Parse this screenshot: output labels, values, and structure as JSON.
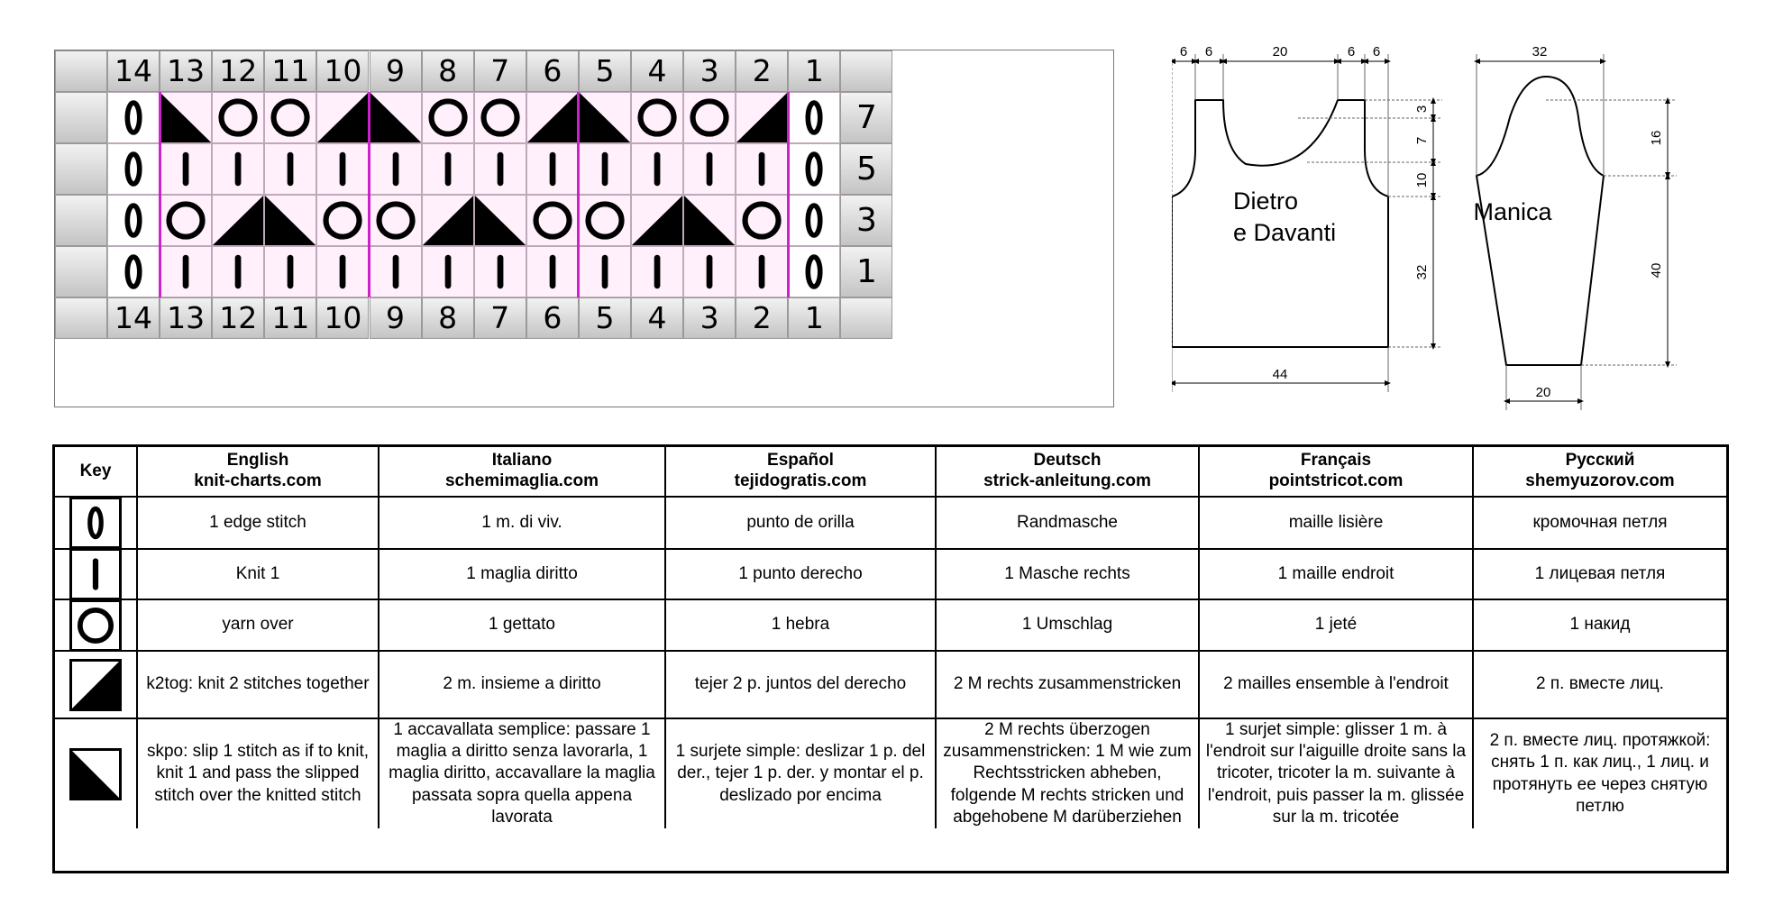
{
  "chart": {
    "column_numbers": [
      "14",
      "13",
      "12",
      "11",
      "10",
      "9",
      "8",
      "7",
      "6",
      "5",
      "4",
      "3",
      "2",
      "1"
    ],
    "row_numbers": [
      "7",
      "5",
      "3",
      "1"
    ],
    "rows": [
      [
        "edge",
        "skpo",
        "yo",
        "yo",
        "k2tog",
        "skpo",
        "yo",
        "yo",
        "k2tog",
        "skpo",
        "yo",
        "yo",
        "k2tog",
        "edge"
      ],
      [
        "edge",
        "knit",
        "knit",
        "knit",
        "knit",
        "knit",
        "knit",
        "knit",
        "knit",
        "knit",
        "knit",
        "knit",
        "knit",
        "edge"
      ],
      [
        "edge",
        "yo",
        "k2tog",
        "skpo",
        "yo",
        "yo",
        "k2tog",
        "skpo",
        "yo",
        "yo",
        "k2tog",
        "skpo",
        "yo",
        "edge"
      ],
      [
        "edge",
        "knit",
        "knit",
        "knit",
        "knit",
        "knit",
        "knit",
        "knit",
        "knit",
        "knit",
        "knit",
        "knit",
        "knit",
        "edge"
      ]
    ],
    "repeat_line_color": "#cc22cc",
    "pattern_background": "#fff0fb"
  },
  "schematic": {
    "body_label_line1": "Dietro",
    "body_label_line2": "e Davanti",
    "sleeve_label": "Manica",
    "body_top_dims": [
      "6",
      "6",
      "20",
      "6",
      "6"
    ],
    "body_side_dims": [
      "3",
      "7",
      "10",
      "32"
    ],
    "body_bottom_dim": "44",
    "sleeve_top_dim": "32",
    "sleeve_side_dims": [
      "16",
      "40"
    ],
    "sleeve_bottom_dim": "20"
  },
  "legend": {
    "key_header": "Key",
    "columns": [
      {
        "lang": "English",
        "site": "knit-charts.com"
      },
      {
        "lang": "Italiano",
        "site": "schemimaglia.com"
      },
      {
        "lang": "Español",
        "site": "tejidogratis.com"
      },
      {
        "lang": "Deutsch",
        "site": "strick-anleitung.com"
      },
      {
        "lang": "Français",
        "site": "pointstricot.com"
      },
      {
        "lang": "Русский",
        "site": "shemyuzorov.com"
      }
    ],
    "rows": [
      {
        "symbol": "edge",
        "texts": [
          "1 edge stitch",
          "1 m. di viv.",
          "punto de orilla",
          "Randmasche",
          "maille lisière",
          "кромочная петля"
        ]
      },
      {
        "symbol": "knit",
        "texts": [
          "Knit 1",
          "1 maglia diritto",
          "1 punto derecho",
          "1 Masche rechts",
          "1 maille endroit",
          "1 лицевая петля"
        ]
      },
      {
        "symbol": "yo",
        "texts": [
          "yarn over",
          "1 gettato",
          "1 hebra",
          "1 Umschlag",
          "1 jeté",
          "1 накид"
        ]
      },
      {
        "symbol": "k2tog",
        "texts": [
          "k2tog: knit 2 stitches together",
          "2 m. insieme a diritto",
          "tejer 2 p. juntos del derecho",
          "2 M rechts zusammenstricken",
          "2 mailles ensemble à l'endroit",
          "2 п. вместе лиц."
        ]
      },
      {
        "symbol": "skpo",
        "texts": [
          "skpo: slip 1 stitch as if to knit, knit 1 and pass the slipped stitch over the knitted stitch",
          "1 accavallata semplice: passare 1 maglia a diritto senza lavorarla, 1 maglia diritto, accavallare la maglia passata sopra quella appena lavorata",
          "1 surjete simple: deslizar 1 p. del der., tejer 1 p. der. y montar el p. deslizado por encima",
          "2 M rechts überzogen zusammenstricken: 1 M wie zum Rechtsstricken abheben, folgende M rechts stricken und abgehobene M darüberziehen",
          "1 surjet simple: glisser 1 m. à l'endroit sur l'aiguille droite sans la tricoter, tricoter la m. suivante à l'endroit, puis passer la m. glissée sur la m. tricotée",
          "2 п. вместе лиц. протяжкой: снять 1 п. как лиц., 1 лиц. и протянуть ее через снятую петлю"
        ]
      }
    ]
  }
}
